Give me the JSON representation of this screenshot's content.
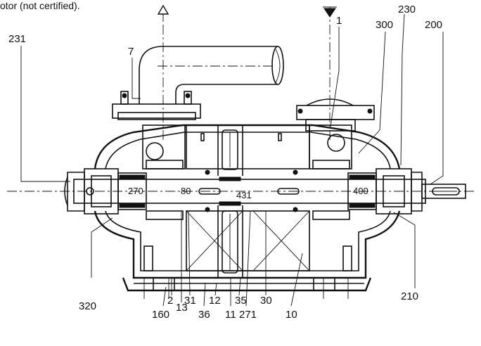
{
  "caption": "otor (not certified).",
  "labels": {
    "l231": "231",
    "l7": "7",
    "l1": "1",
    "l230": "230",
    "l300": "300",
    "l200": "200",
    "l270": "270",
    "l80": "80",
    "l431": "431",
    "l400": "400",
    "l320": "320",
    "l2": "2",
    "l160": "160",
    "l13": "13",
    "l31": "31",
    "l36": "36",
    "l12": "12",
    "l11": "11",
    "l35": "35",
    "l271": "271",
    "l30": "30",
    "l10": "10",
    "l210": "210"
  }
}
